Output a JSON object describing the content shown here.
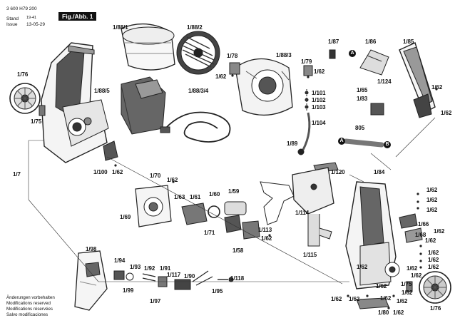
{
  "header": {
    "doc_number": "3 600 H79 200",
    "stand_label": "Stand",
    "stand_value": "19-41",
    "issue_label": "Issue",
    "issue_value": "13-05-29",
    "figure_tab": "Fig./Abb. 1"
  },
  "footer": [
    "Änderungen vorbehalten",
    "Modifications reserved",
    "Modifications réservées",
    "Salvo modificaciones"
  ],
  "markers": {
    "a": "A",
    "b": "B"
  },
  "parts": [
    {
      "id": "p1",
      "text": "1/88/1"
    },
    {
      "id": "p2",
      "text": "1/88/2"
    },
    {
      "id": "p3",
      "text": "1/88/3"
    },
    {
      "id": "p4",
      "text": "1/88/5"
    },
    {
      "id": "p5",
      "text": "1/88/3/4"
    },
    {
      "id": "p6",
      "text": "1/78"
    },
    {
      "id": "p7",
      "text": "1/62"
    },
    {
      "id": "p8",
      "text": "1/79"
    },
    {
      "id": "p9",
      "text": "1/62"
    },
    {
      "id": "p10",
      "text": "1/87"
    },
    {
      "id": "p11",
      "text": "1/86"
    },
    {
      "id": "p12",
      "text": "1/85"
    },
    {
      "id": "p13",
      "text": "1/76"
    },
    {
      "id": "p14",
      "text": "1/75"
    },
    {
      "id": "p15",
      "text": "1/101"
    },
    {
      "id": "p16",
      "text": "1/102"
    },
    {
      "id": "p17",
      "text": "1/103"
    },
    {
      "id": "p18",
      "text": "1/104"
    },
    {
      "id": "p19",
      "text": "1/65"
    },
    {
      "id": "p20",
      "text": "1/124"
    },
    {
      "id": "p21",
      "text": "1/83"
    },
    {
      "id": "p22",
      "text": "1/62"
    },
    {
      "id": "p23",
      "text": "1/62"
    },
    {
      "id": "p24",
      "text": "805"
    },
    {
      "id": "p25",
      "text": "1/89"
    },
    {
      "id": "p26",
      "text": "1/7"
    },
    {
      "id": "p27",
      "text": "1/100"
    },
    {
      "id": "p28",
      "text": "1/62"
    },
    {
      "id": "p29",
      "text": "1/120"
    },
    {
      "id": "p30",
      "text": "1/84"
    },
    {
      "id": "p31",
      "text": "1/70"
    },
    {
      "id": "p32",
      "text": "1/62"
    },
    {
      "id": "p33",
      "text": "1/63"
    },
    {
      "id": "p34",
      "text": "1/61"
    },
    {
      "id": "p35",
      "text": "1/60"
    },
    {
      "id": "p36",
      "text": "1/59"
    },
    {
      "id": "p37",
      "text": "1/62"
    },
    {
      "id": "p38",
      "text": "1/62"
    },
    {
      "id": "p39",
      "text": "1/62"
    },
    {
      "id": "p40",
      "text": "1/114"
    },
    {
      "id": "p41",
      "text": "1/69"
    },
    {
      "id": "p42",
      "text": "1/71"
    },
    {
      "id": "p43",
      "text": "1/113"
    },
    {
      "id": "p44",
      "text": "1/58"
    },
    {
      "id": "p45",
      "text": "1/62"
    },
    {
      "id": "p46",
      "text": "1/115"
    },
    {
      "id": "p47",
      "text": "1/62"
    },
    {
      "id": "p48",
      "text": "1/68"
    },
    {
      "id": "p49",
      "text": "1/66"
    },
    {
      "id": "p50",
      "text": "1/62"
    },
    {
      "id": "p51",
      "text": "1/62"
    },
    {
      "id": "p52",
      "text": "1/62"
    },
    {
      "id": "p53",
      "text": "1/62"
    },
    {
      "id": "p54",
      "text": "1/62"
    },
    {
      "id": "p55",
      "text": "1/62"
    },
    {
      "id": "p56",
      "text": "1/62"
    },
    {
      "id": "p57",
      "text": "1/98"
    },
    {
      "id": "p58",
      "text": "1/94"
    },
    {
      "id": "p59",
      "text": "1/93"
    },
    {
      "id": "p60",
      "text": "1/92"
    },
    {
      "id": "p61",
      "text": "1/91"
    },
    {
      "id": "p62",
      "text": "1/117"
    },
    {
      "id": "p63",
      "text": "1/90"
    },
    {
      "id": "p64",
      "text": "1/118"
    },
    {
      "id": "p65",
      "text": "1/99"
    },
    {
      "id": "p66",
      "text": "1/95"
    },
    {
      "id": "p67",
      "text": "1/97"
    },
    {
      "id": "p68",
      "text": "1/62"
    },
    {
      "id": "p69",
      "text": "1/62"
    },
    {
      "id": "p70",
      "text": "1/75"
    },
    {
      "id": "p71",
      "text": "1/62"
    },
    {
      "id": "p72",
      "text": "1/62"
    },
    {
      "id": "p73",
      "text": "1/62"
    },
    {
      "id": "p74",
      "text": "1/80"
    },
    {
      "id": "p75",
      "text": "1/62"
    },
    {
      "id": "p76",
      "text": "1/76"
    },
    {
      "id": "p77",
      "text": "1/62"
    }
  ]
}
